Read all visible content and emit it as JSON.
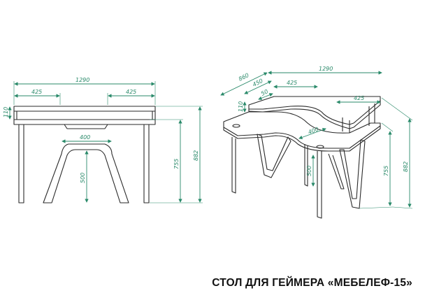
{
  "caption": "СТОЛ ДЛЯ ГЕЙМЕРА «МЕБЕЛЕФ-15»",
  "colors": {
    "outline": "#2a2a2a",
    "dimension": "#2a8a6a"
  },
  "front_view": {
    "width": "1290",
    "left_shelf": "425",
    "right_shelf": "425",
    "shelf_height": "110",
    "leg_gap_top": "400",
    "leg_gap_height": "500",
    "table_height": "755",
    "total_height": "882"
  },
  "iso_view": {
    "depth": "860",
    "shelf_depth": "450",
    "shelf_offset": "50",
    "width": "1290",
    "left_shelf": "425",
    "right_shelf": "425",
    "shelf_height": "110",
    "cutout": "400",
    "leg_gap_height": "500",
    "table_height": "755",
    "total_height": "882"
  }
}
